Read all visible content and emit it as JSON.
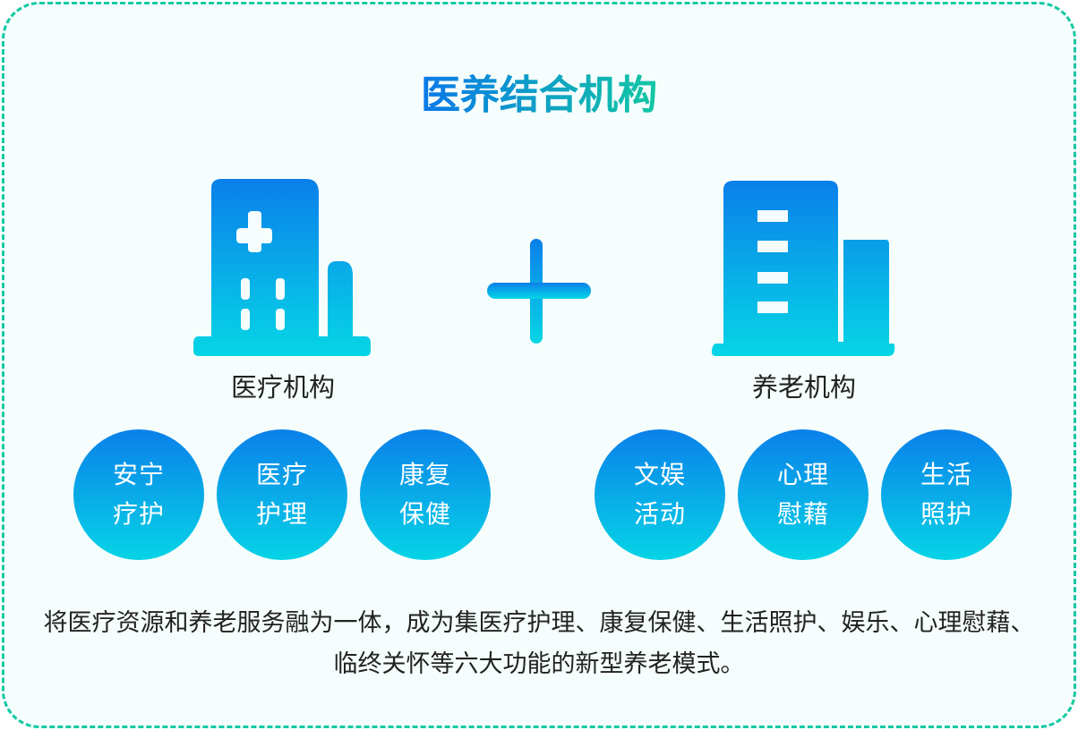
{
  "title": "医养结合机构",
  "left": {
    "label": "医疗机构",
    "icon": "hospital-building-icon",
    "services": [
      [
        "安宁",
        "疗护"
      ],
      [
        "医疗",
        "护理"
      ],
      [
        "康复",
        "保健"
      ]
    ]
  },
  "right": {
    "label": "养老机构",
    "icon": "office-building-icon",
    "services": [
      [
        "文娱",
        "活动"
      ],
      [
        "心理",
        "慰藉"
      ],
      [
        "生活",
        "照护"
      ]
    ]
  },
  "plus_icon": "plus-icon",
  "description": "将医疗资源和养老服务融为一体，成为集医疗护理、康复保健、生活照护、娱乐、心理慰藉、临终关怀等六大功能的新型养老模式。",
  "colors": {
    "border": "#12c9a2",
    "gradient_top": "#0a80ea",
    "gradient_bottom": "#06d4e6"
  }
}
